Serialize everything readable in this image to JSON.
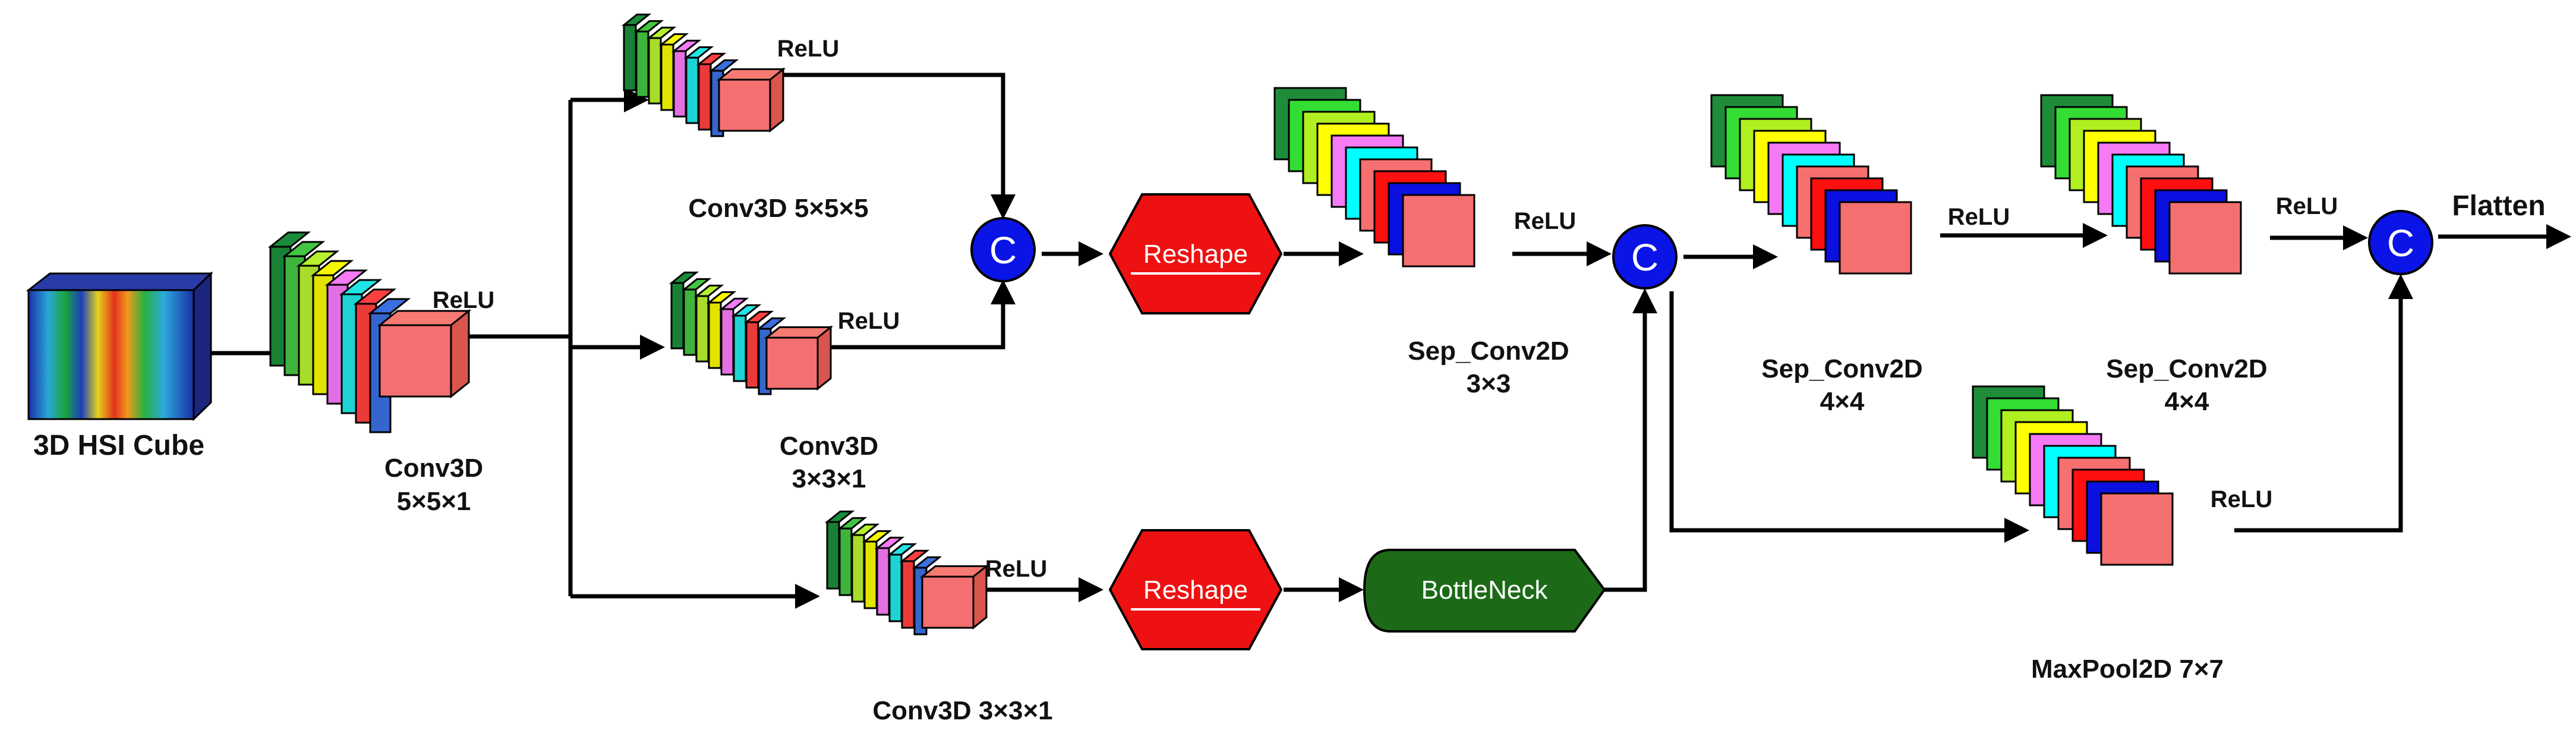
{
  "colors": {
    "block_face_palette": [
      "#1a8c3a",
      "#43c442",
      "#b6f02e",
      "#f7f700",
      "#f77af7",
      "#21e5e5",
      "#ff3f3f",
      "#3a6fe0",
      "#111111",
      "#f46f6f"
    ],
    "map_face_palette": [
      "#1f8c3a",
      "#33dd33",
      "#b0f020",
      "#ffff00",
      "#f57af5",
      "#00ffff",
      "#f77070",
      "#ff1010",
      "#0a10e0",
      "#f46f6f"
    ],
    "concat_circle": "#0a14e6",
    "reshape_hexagon": "#ee1111",
    "bottleneck": "#1c6a18",
    "edge": "#000000"
  },
  "labels": {
    "input": "3D HSI Cube",
    "conv3d_a": [
      "Conv3D",
      "5×5×1"
    ],
    "conv3d_b": "Conv3D  5×5×5",
    "conv3d_c": [
      "Conv3D",
      "3×3×1"
    ],
    "conv3d_d": "Conv3D   3×3×1",
    "sep1": [
      "Sep_Conv2D",
      "3×3"
    ],
    "sep2": [
      "Sep_Conv2D",
      "4×4"
    ],
    "sep3": [
      "Sep_Conv2D",
      "4×4"
    ],
    "maxpool": "MaxPool2D  7×7",
    "flatten": "Flatten",
    "relu": "ReLU",
    "reshape": "Reshape",
    "bottleneck": "BottleNeck",
    "concat": "C"
  }
}
